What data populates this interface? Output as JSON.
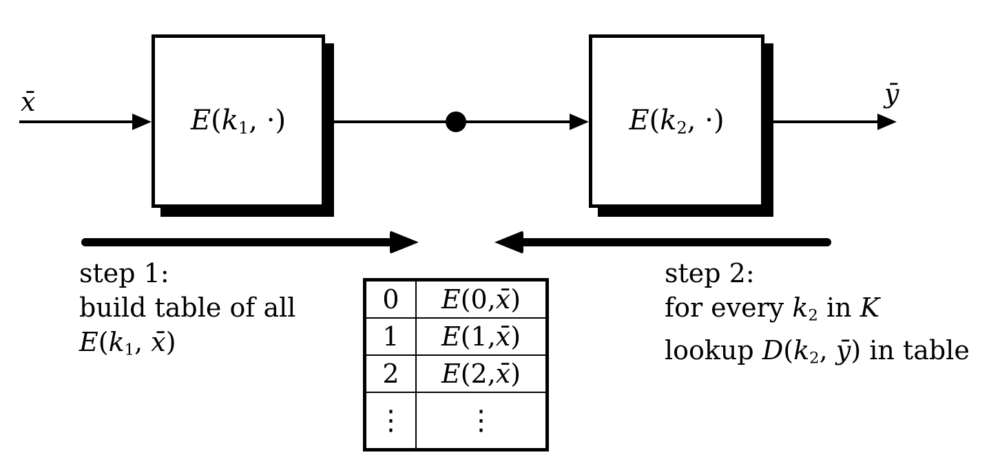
{
  "figure": {
    "input_label": "x̄",
    "output_label": "ȳ",
    "box1": {
      "fn": "E",
      "open": "(",
      "var": "k",
      "sub": "1",
      "comma": ", ",
      "dot": "·",
      "close": ")"
    },
    "box2": {
      "fn": "E",
      "open": "(",
      "var": "k",
      "sub": "2",
      "comma": ", ",
      "dot": "·",
      "close": ")"
    },
    "step1": {
      "title": "step 1:",
      "line2": "build table of all",
      "math": {
        "fn": "E",
        "open": "(",
        "var": "k",
        "sub": "1",
        "comma": ", ",
        "arg": "x̄",
        "close": ")"
      }
    },
    "step2": {
      "title": "step 2:",
      "line2": {
        "pre": "for every ",
        "var": "k",
        "sub": "2",
        "mid": " in ",
        "keyspace": "K"
      },
      "line3": {
        "pre": "lookup ",
        "fn": "D",
        "open": "(",
        "var": "k",
        "sub": "2",
        "comma": ", ",
        "arg": "ȳ",
        "close": ")",
        "post": " in table"
      }
    },
    "table": {
      "rows": [
        {
          "key": "0",
          "fn": "E",
          "args": "(0, ",
          "var": "x̄",
          "close": ")"
        },
        {
          "key": "1",
          "fn": "E",
          "args": "(1, ",
          "var": "x̄",
          "close": ")"
        },
        {
          "key": "2",
          "fn": "E",
          "args": "(2, ",
          "var": "x̄",
          "close": ")"
        },
        {
          "key": "⋮",
          "dots": "⋮"
        }
      ]
    }
  }
}
